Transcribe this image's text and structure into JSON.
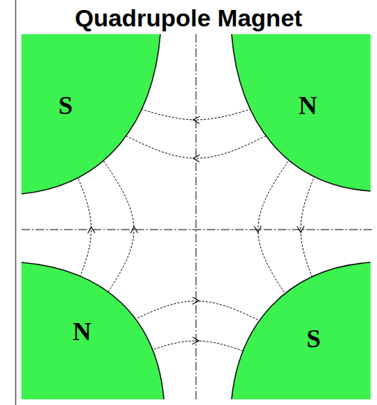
{
  "diagram": {
    "title": "Quadrupole Magnet",
    "nodes": [
      {
        "text": [
          "S"
        ]
      },
      {
        "text": [
          "N"
        ]
      },
      {
        "text": [
          "N"
        ]
      },
      {
        "text": [
          "S"
        ]
      }
    ],
    "edges": [
      {
        "from": 1,
        "to": 0,
        "arrow": "to"
      },
      {
        "from": 1,
        "to": 0,
        "arrow": "to"
      },
      {
        "from": 1,
        "to": 3,
        "arrow": "to"
      },
      {
        "from": 1,
        "to": 3,
        "arrow": "to"
      },
      {
        "from": 2,
        "to": 3,
        "arrow": "to"
      },
      {
        "from": 2,
        "to": 3,
        "arrow": "to"
      },
      {
        "from": 2,
        "to": 0,
        "arrow": "to"
      },
      {
        "from": 2,
        "to": 0,
        "arrow": "to"
      }
    ]
  }
}
